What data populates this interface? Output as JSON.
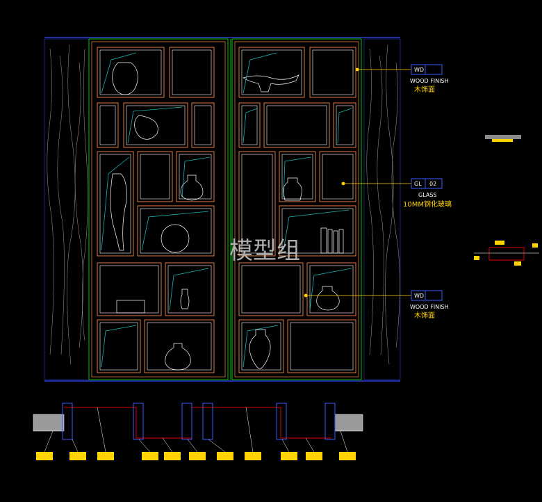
{
  "watermark": "模型组",
  "tags": [
    {
      "code": "WD",
      "num": "",
      "en": "WOOD FINISH",
      "cn": "木饰面"
    },
    {
      "code": "GL",
      "num": "02",
      "en": "GLASS",
      "cn": "10MM钢化玻璃"
    },
    {
      "code": "WD",
      "num": "",
      "en": "WOOD FINISH",
      "cn": "木饰面"
    }
  ],
  "colors": {
    "background": "#000000",
    "frame_green": "#00c800",
    "panel_orange": "#e07b39",
    "inner_white": "#ffffff",
    "glass_cyan": "#18b4b4",
    "leader_yellow": "#ffd400",
    "tag_blue": "#3a5cff",
    "section_red": "#e00000",
    "wall_blue": "#2a40d0"
  }
}
